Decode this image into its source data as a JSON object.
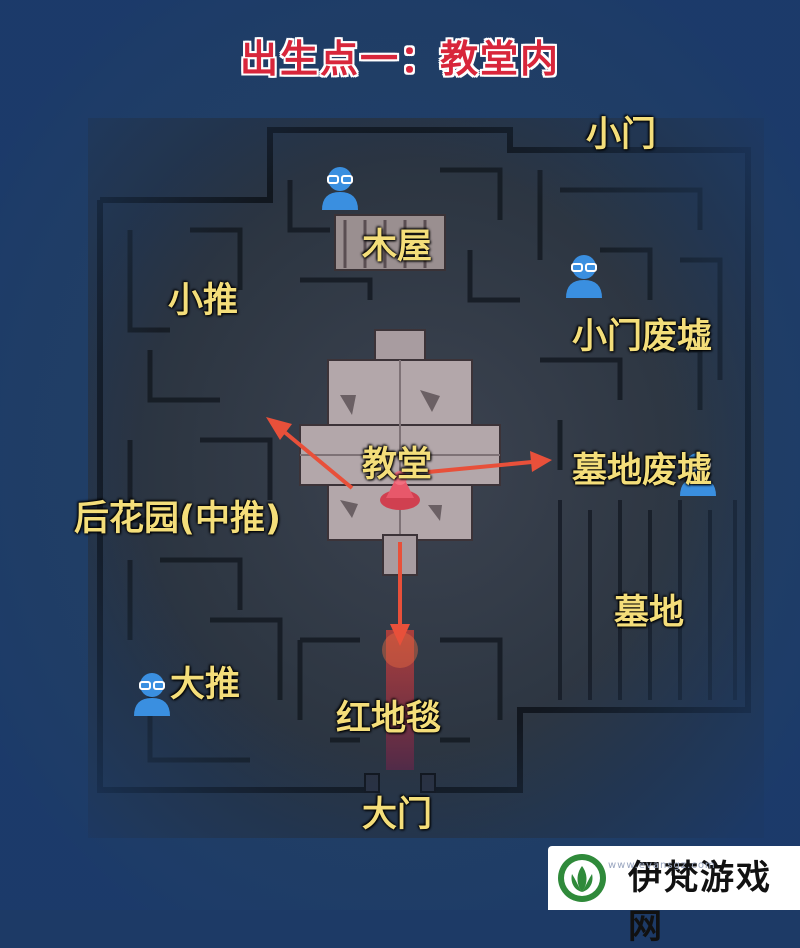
{
  "title": "出生点一：教堂内",
  "locations": {
    "small_door": "小门",
    "cabin": "木屋",
    "small_push": "小推",
    "small_door_ruins": "小门废墟",
    "church": "教堂",
    "graveyard_ruins": "墓地废墟",
    "back_garden": "后花园(中推)",
    "graveyard": "墓地",
    "big_push": "大推",
    "red_carpet": "红地毯",
    "main_gate": "大门"
  },
  "markers": {
    "survivor_icon": "survivor-icon",
    "spawn_icon": "hunter-spawn-icon",
    "arrow_color": "#e8503a",
    "survivor_color": "#3a8fe0"
  },
  "watermark": {
    "brand": "伊梵游戏网",
    "url": "www.evansgz.com",
    "logo_color": "#2f8a3a"
  }
}
